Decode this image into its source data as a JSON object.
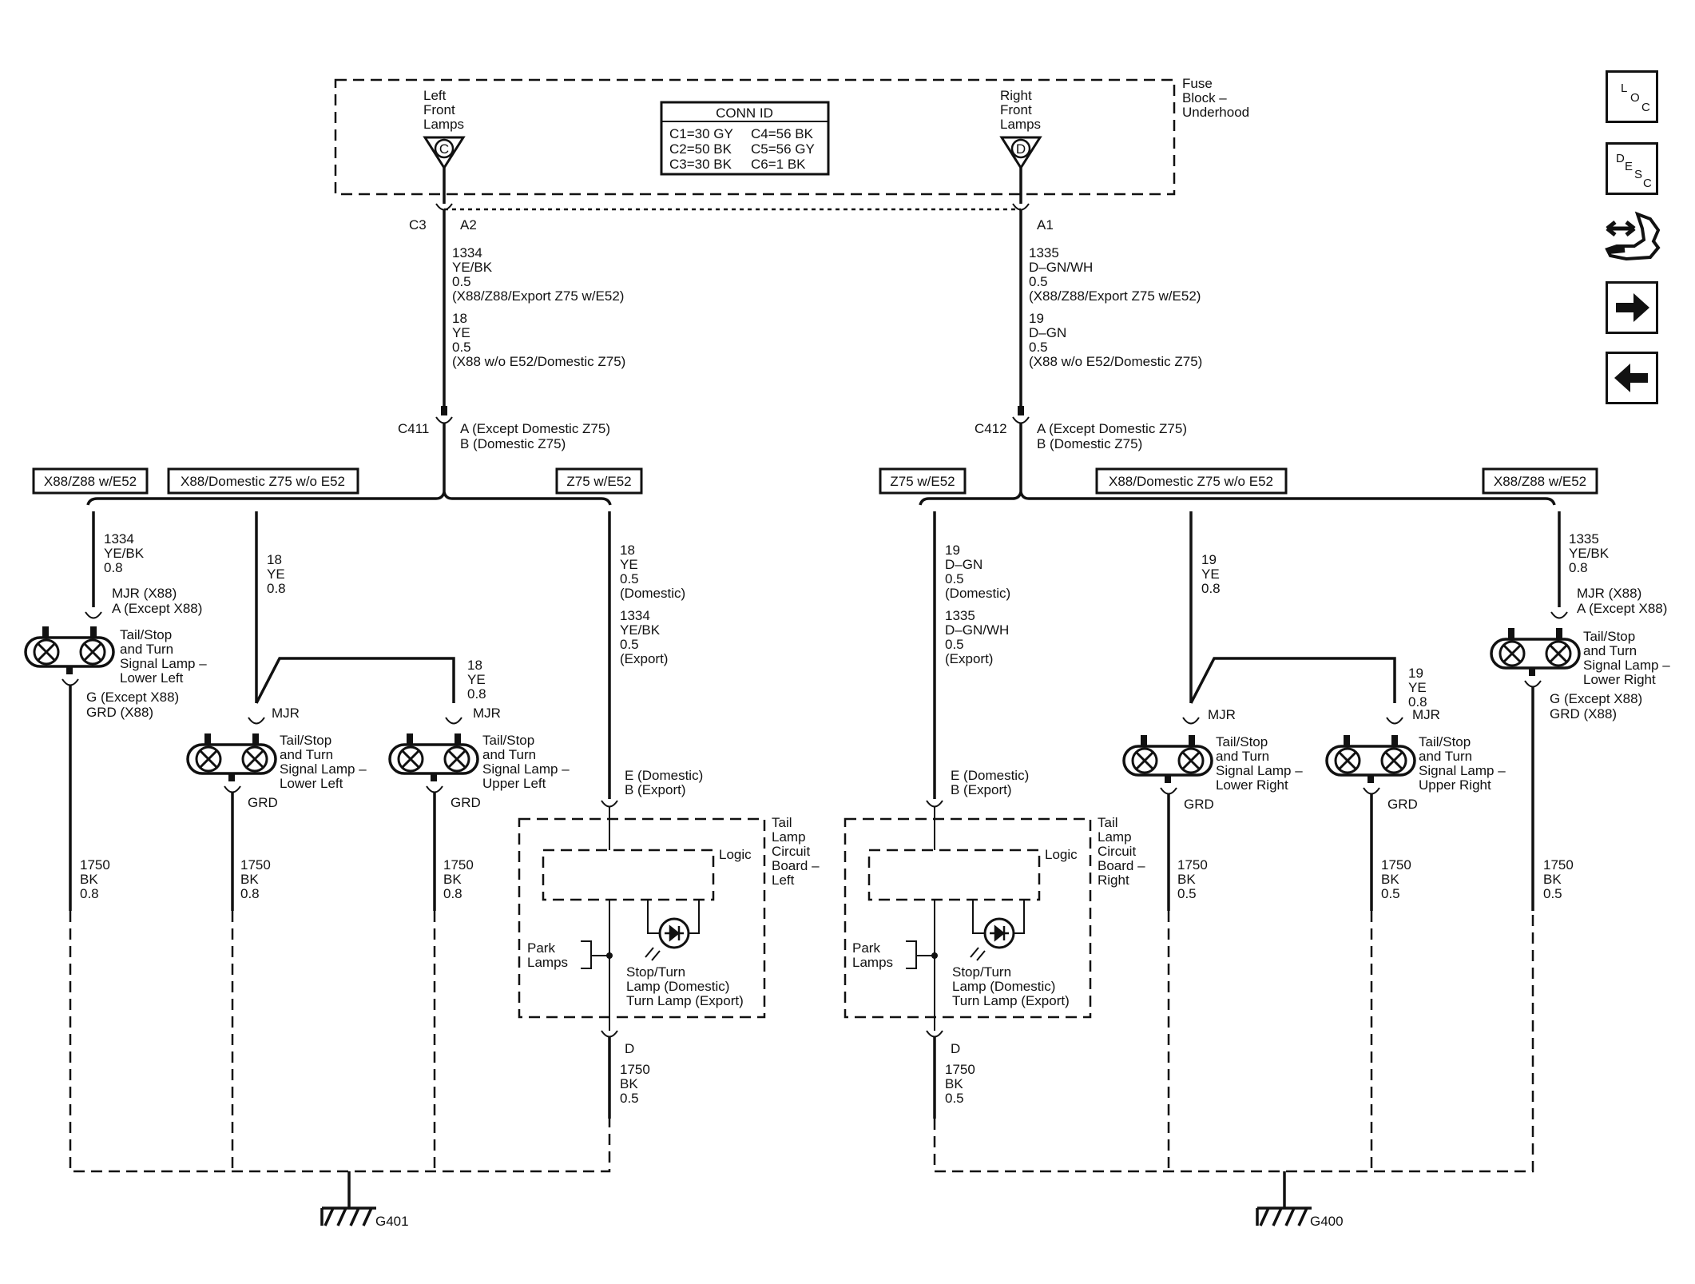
{
  "fuse_block": {
    "label": [
      "Fuse",
      "Block –",
      "Underhood"
    ]
  },
  "conn_id": {
    "title": "CONN ID",
    "left": [
      "C1=30 GY",
      "C2=50 BK",
      "C3=30 BK"
    ],
    "right": [
      "C4=56 BK",
      "C5=56 GY",
      "C6=1 BK"
    ]
  },
  "fuses": {
    "left": {
      "label": [
        "Left",
        "Front",
        "Lamps"
      ],
      "letter": "C",
      "connector": "C3",
      "pin": "A2"
    },
    "right": {
      "label": [
        "Right",
        "Front",
        "Lamps"
      ],
      "letter": "D",
      "pin": "A1"
    }
  },
  "wires_top": {
    "left": [
      "1334",
      "YE/BK",
      "0.5",
      "(X88/Z88/Export Z75 w/E52)",
      "18",
      "YE",
      "0.5",
      "(X88 w/o E52/Domestic Z75)"
    ],
    "right": [
      "1335",
      "D–GN/WH",
      "0.5",
      "(X88/Z88/Export Z75 w/E52)",
      "19",
      "D–GN",
      "0.5",
      "(X88 w/o E52/Domestic Z75)"
    ]
  },
  "inline_connectors": {
    "left": {
      "id": "C411",
      "pins": [
        "A (Except Domestic Z75)",
        "B (Domestic Z75)"
      ]
    },
    "right": {
      "id": "C412",
      "pins": [
        "A (Except Domestic Z75)",
        "B (Domestic Z75)"
      ]
    }
  },
  "options": {
    "left": [
      "X88/Z88 w/E52",
      "X88/Domestic Z75 w/o E52",
      "Z75 w/E52"
    ],
    "right": [
      "Z75 w/E52",
      "X88/Domestic Z75 w/o E52",
      "X88/Z88 w/E52"
    ]
  },
  "branch_wires": {
    "left_lower_z88": [
      "1334",
      "YE/BK",
      "0.8"
    ],
    "left_x88": [
      "18",
      "YE",
      "0.8"
    ],
    "left_upper": [
      "18",
      "YE",
      "0.8"
    ],
    "left_z75": [
      "18",
      "YE",
      "0.5",
      "(Domestic)",
      "1334",
      "YE/BK",
      "0.5",
      "(Export)"
    ],
    "right_z75": [
      "19",
      "D–GN",
      "0.5",
      "(Domestic)",
      "1335",
      "D–GN/WH",
      "0.5",
      "(Export)"
    ],
    "right_x88": [
      "19",
      "YE",
      "0.8"
    ],
    "right_upper": [
      "19",
      "YE",
      "0.8"
    ],
    "right_lower_z88": [
      "1335",
      "YE/BK",
      "0.8"
    ]
  },
  "lamps": {
    "ll_z88": {
      "name": [
        "Tail/Stop",
        "and Turn",
        "Signal Lamp –",
        "Lower Left"
      ],
      "in_pin": [
        "MJR (X88)",
        "A (Except X88)"
      ],
      "out_pin": [
        "G (Except X88)",
        "GRD (X88)"
      ]
    },
    "ll": {
      "name": [
        "Tail/Stop",
        "and Turn",
        "Signal Lamp –",
        "Lower Left"
      ],
      "in_pin": "MJR",
      "out_pin": "GRD"
    },
    "ul": {
      "name": [
        "Tail/Stop",
        "and Turn",
        "Signal Lamp –",
        "Upper Left"
      ],
      "in_pin": "MJR",
      "out_pin": "GRD"
    },
    "lr": {
      "name": [
        "Tail/Stop",
        "and Turn",
        "Signal Lamp –",
        "Lower Right"
      ],
      "in_pin": "MJR",
      "out_pin": "GRD"
    },
    "ur": {
      "name": [
        "Tail/Stop",
        "and Turn",
        "Signal Lamp –",
        "Upper Right"
      ],
      "in_pin": "MJR",
      "out_pin": "GRD"
    },
    "lr_z88": {
      "name": [
        "Tail/Stop",
        "and Turn",
        "Signal Lamp –",
        "Lower Right"
      ],
      "in_pin": [
        "MJR (X88)",
        "A (Except X88)"
      ],
      "out_pin": [
        "G (Except X88)",
        "GRD (X88)"
      ]
    }
  },
  "circuit_boards": {
    "left": {
      "name": [
        "Tail",
        "Lamp",
        "Circuit",
        "Board –",
        "Left"
      ],
      "in_pin": [
        "E (Domestic)",
        "B (Export)"
      ],
      "logic": "Logic",
      "park": [
        "Park",
        "Lamps"
      ],
      "lamp": [
        "Stop/Turn",
        "Lamp (Domestic)",
        "Turn Lamp (Export)"
      ],
      "out_pin": "D"
    },
    "right": {
      "name": [
        "Tail",
        "Lamp",
        "Circuit",
        "Board –",
        "Right"
      ],
      "in_pin": [
        "E (Domestic)",
        "B (Export)"
      ],
      "logic": "Logic",
      "park": [
        "Park",
        "Lamps"
      ],
      "lamp": [
        "Stop/Turn",
        "Lamp (Domestic)",
        "Turn Lamp (Export)"
      ],
      "out_pin": "D"
    }
  },
  "ground_wires": {
    "l1": [
      "1750",
      "BK",
      "0.8"
    ],
    "l2": [
      "1750",
      "BK",
      "0.8"
    ],
    "l3": [
      "1750",
      "BK",
      "0.8"
    ],
    "l4": [
      "1750",
      "BK",
      "0.5"
    ],
    "r1": [
      "1750",
      "BK",
      "0.5"
    ],
    "r2": [
      "1750",
      "BK",
      "0.5"
    ],
    "r3": [
      "1750",
      "BK",
      "0.5"
    ],
    "r4": [
      "1750",
      "BK",
      "0.5"
    ]
  },
  "grounds": {
    "left": "G401",
    "right": "G400"
  },
  "nav": {
    "loc": [
      "L",
      "O",
      "C"
    ],
    "desc": [
      "D",
      "E",
      "S",
      "C"
    ],
    "icons": [
      "component-view-icon",
      "next-page-arrow-icon",
      "previous-page-arrow-icon"
    ]
  }
}
